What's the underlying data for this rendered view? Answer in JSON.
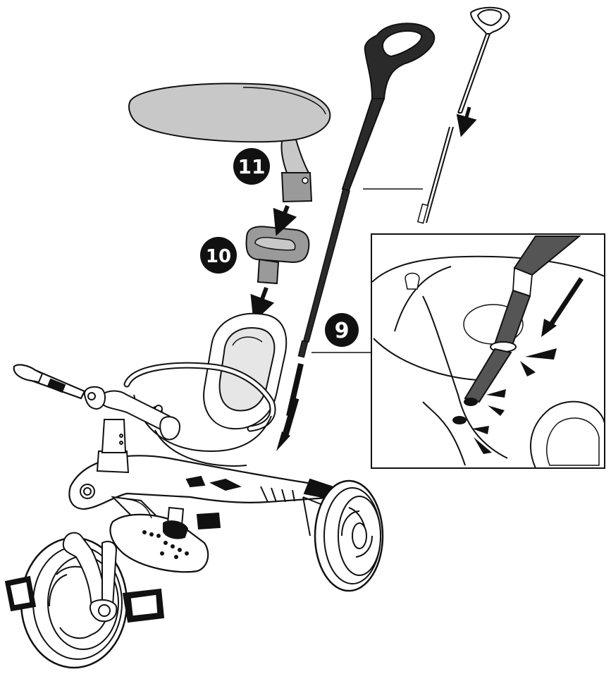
{
  "steps": [
    {
      "label": "11",
      "part": "canopy"
    },
    {
      "label": "10",
      "part": "canopy-mount"
    },
    {
      "label": "9",
      "part": "push-handle"
    }
  ],
  "colors": {
    "ink": "#111111",
    "canopy_fill": "#c8c8c8",
    "part_fill": "#9a9a9a",
    "handle_fill": "#2a2a2a",
    "detail_pole": "#555555",
    "paper": "#ffffff"
  }
}
